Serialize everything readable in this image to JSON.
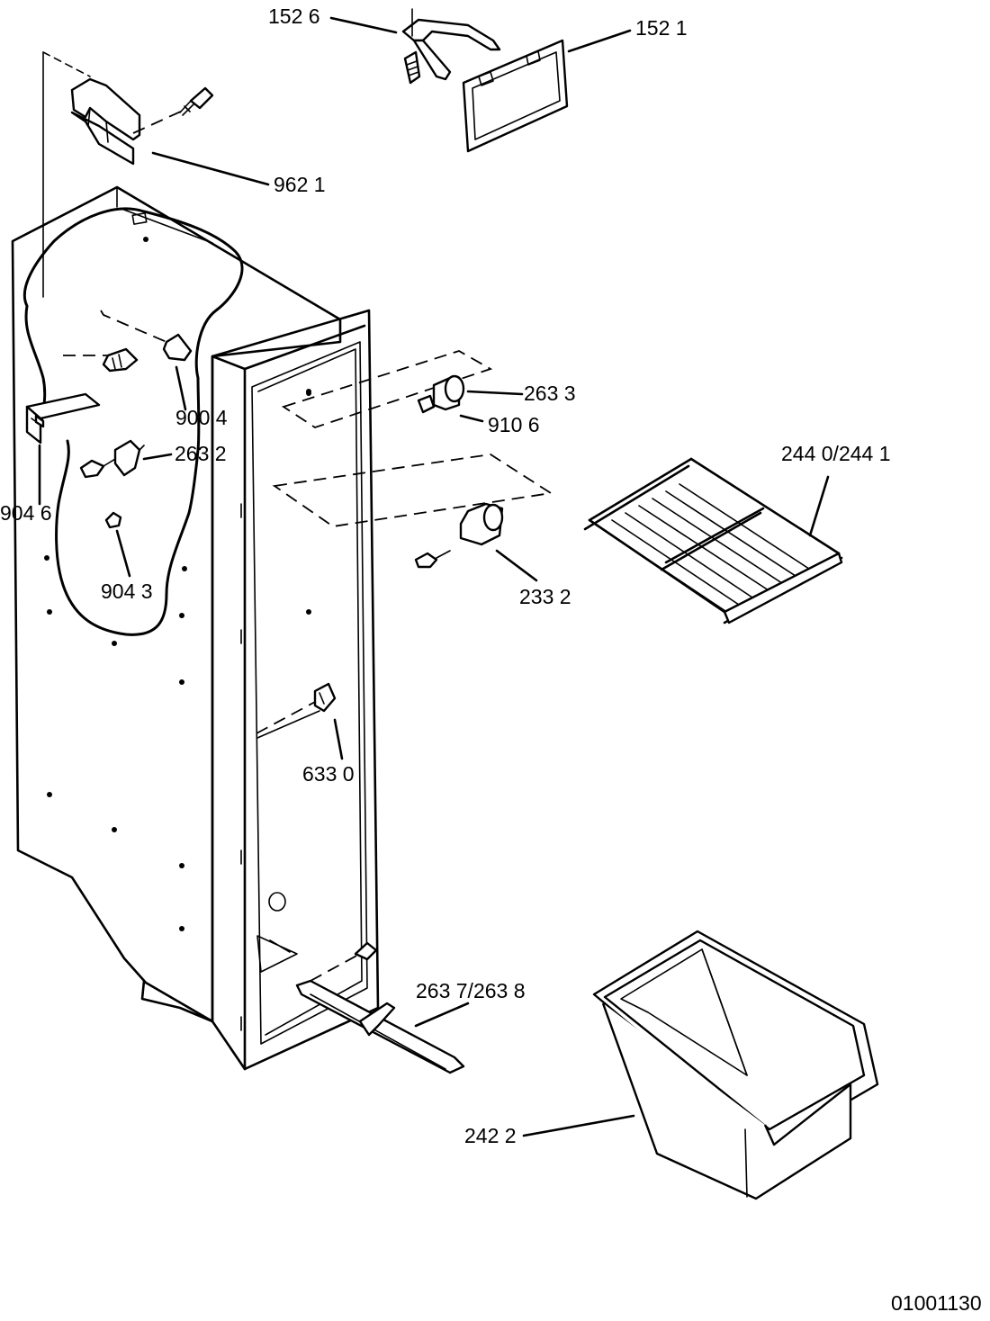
{
  "diagram": {
    "drawing_number": "01001130",
    "part_labels": {
      "p1526": "152 6",
      "p1521": "152 1",
      "p9621": "962 1",
      "p2633": "263 3",
      "p9106": "910 6",
      "p9004": "900 4",
      "p2632": "263 2",
      "p9046": "904 6",
      "p9043": "904 3",
      "p2440": "244 0/244 1",
      "p2332": "233 2",
      "p6330": "633 0",
      "p2637": "263 7/263 8",
      "p2422": "242 2"
    }
  }
}
